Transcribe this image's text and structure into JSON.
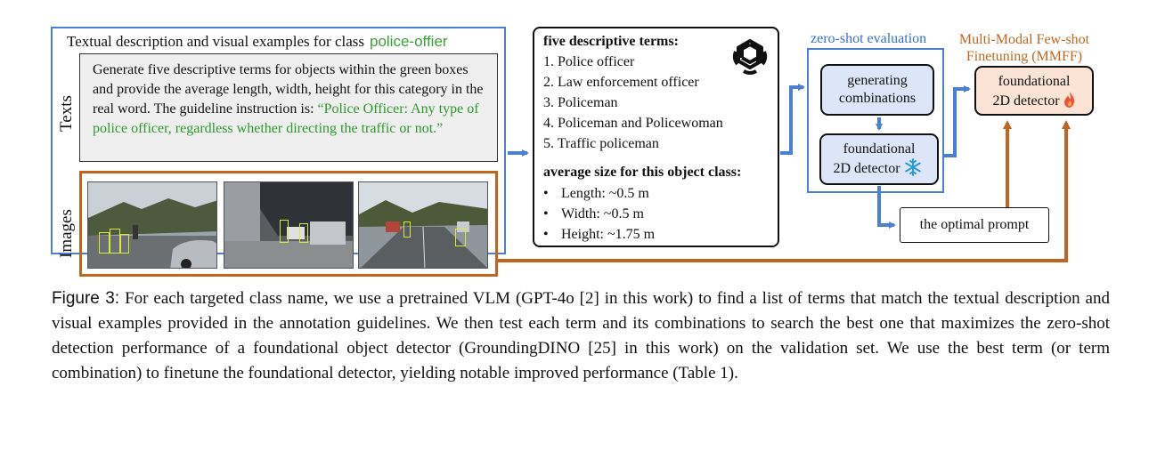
{
  "left_panel": {
    "title": "Textual description and visual examples for class",
    "class_name": "police-offier",
    "texts_label": "Texts",
    "images_label": "Images",
    "prompt_text": "Generate five descriptive terms for objects within the green boxes and provide the average length, width, height for this category in the real word.  The guideline instruction is:",
    "guideline_text": "“Police Officer: Any type of police officer, regardless whether directing the traffic or not.”"
  },
  "middle_box": {
    "terms_heading": "five descriptive terms:",
    "terms": [
      "1. Police officer",
      "2. Law enforcement officer",
      "3. Policeman",
      "4. Policeman and Policewoman",
      "5. Traffic policeman"
    ],
    "size_heading": "average size for this object class:",
    "sizes": [
      "Length: ~0.5 m",
      "Width: ~0.5 m",
      "Height: ~1.75 m"
    ],
    "bullet": "•"
  },
  "right_area": {
    "zero_shot_label": "zero-shot evaluation",
    "gen_node_line1": "generating",
    "gen_node_line2": "combinations",
    "fd_node_line1": "foundational",
    "fd_node_line2": "2D detector",
    "mmff_label_line1": "Multi-Modal Few-shot",
    "mmff_label_line2": "Finetuning (MMFF)",
    "mmff_node_line1": "foundational",
    "mmff_node_line2": "2D detector",
    "optimal_label": "the optimal prompt"
  },
  "caption": {
    "figure_label": "Figure 3:",
    "text": "For each targeted class name, we use a pretrained VLM (GPT-4o [2] in this work) to find a list of terms that match the textual description and visual examples provided in the annotation guidelines. We then test each term and its combinations to search the best one that maximizes the zero-shot detection performance of a foundational object detector (GroundingDINO [25] in this work) on the validation set. We use the best term (or term combination) to finetune the foundational detector, yielding notable improved performance (Table 1)."
  },
  "colors": {
    "blue": "#4a7fd1",
    "orange": "#c0651f",
    "green": "#2e9a2e",
    "node_blue": "#dde6f8",
    "node_orange": "#fbe4d5"
  }
}
